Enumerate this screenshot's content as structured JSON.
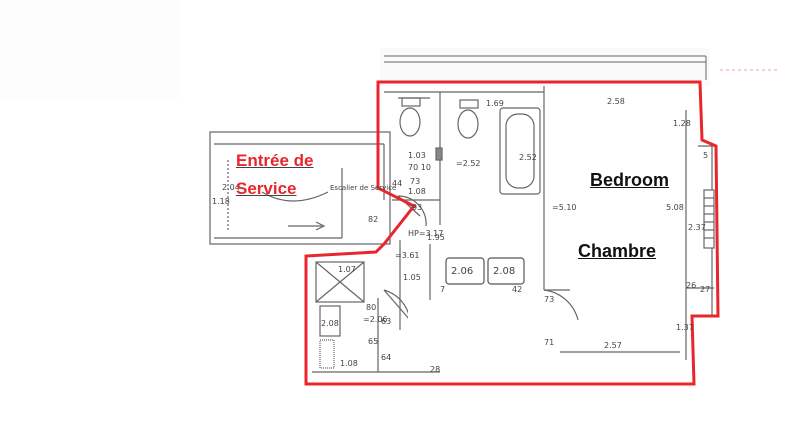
{
  "labels": {
    "service_entry_line1": "Entrée de",
    "service_entry_line2": "Service",
    "bedroom": "Bedroom",
    "chambre": "Chambre"
  },
  "plan_text": {
    "wc_room_width": "1.69",
    "bath_length": "2.52",
    "bedroom_width_top": "2.58",
    "bedroom_width_bottom": "2.57",
    "bedroom_length": "=5.10",
    "bedroom_length_b": "5.08",
    "window_dim": "1.28",
    "wall_width_a": "1.03",
    "wall_width_b": "70 10",
    "wall_width_c": "1.08",
    "wall_width_d": "73",
    "corridor_a": "=2.52",
    "corridor_b": "1.95",
    "corridor_c": "HP=3.17",
    "corridor_d": "=3.61",
    "corridor_e": "1.05",
    "cabinet_1": "2.06",
    "cabinet_2": "2.08",
    "shower": "1.07",
    "shower_b": "2.08",
    "lower_room_a": "=2.06",
    "lower_room_b": "1.08",
    "entry_dim_a": "2.04",
    "entry_dim_b": "1.18",
    "stairs_label": "Escalier de Service",
    "dim_82": "82",
    "dim_65": "65",
    "dim_63": "63",
    "dim_64": "64",
    "dim_71": "71",
    "dim_73b": "73",
    "dim_26": "26",
    "dim_27": "27",
    "dim_2_37": "2.37",
    "dim_5": "5",
    "dim_1_37": "1.37",
    "dim_28": "28",
    "dim_44": "44",
    "dim_80": "80",
    "dim_7": "7",
    "dim_42": "42",
    "dim_93": "93"
  },
  "colors": {
    "outline_red": "#e8262b",
    "line_gray": "#555555",
    "text_red": "#e8262b"
  }
}
